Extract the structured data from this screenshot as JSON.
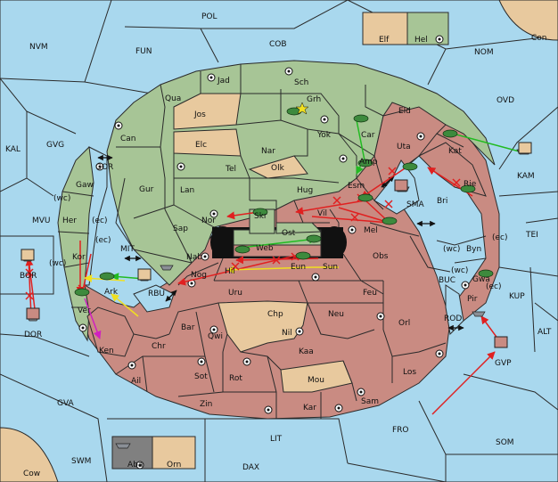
{
  "colors": {
    "sea": "#a9d8ee",
    "green_power": "#a7c596",
    "red_power": "#c98b82",
    "neutral": "#e8c99e",
    "gray": "#808080",
    "move_red": "#e02020",
    "move_green": "#22bb22",
    "move_yellow": "#f0e020",
    "move_magenta": "#d020c0"
  },
  "labels": {
    "pol": "POL",
    "nvm": "NVM",
    "fun": "FUN",
    "cob": "COB",
    "elf": "Elf",
    "hel": "Hel",
    "con": "Con",
    "nom": "NOM",
    "ovd": "OVD",
    "kal": "KAL",
    "gvg": "GVG",
    "mvu": "MVU",
    "bor": "BOR",
    "dor": "DOR",
    "gva": "GVA",
    "cow": "Cow",
    "swm": "SWM",
    "aba": "Aba",
    "orn": "Orn",
    "lit": "LIT",
    "dax": "DAX",
    "fro": "FRO",
    "som": "SOM",
    "alt": "ALT",
    "kup": "KUP",
    "tei": "TEI",
    "kam": "KAM",
    "gvp": "GVP",
    "gor": "GOR",
    "mit": "MIT",
    "rbu": "RBU",
    "buc": "BUC",
    "rod": "ROD",
    "sma": "SMA",
    "jad": "Jad",
    "sch": "Sch",
    "qua": "Qua",
    "jos": "Jos",
    "grh": "Grh",
    "can": "Can",
    "elc": "Elc",
    "nar": "Nar",
    "yok": "Yok",
    "car": "Car",
    "eld": "Eld",
    "uta": "Uta",
    "kat": "Kat",
    "tel": "Tel",
    "olk": "Olk",
    "gur": "Gur",
    "lan": "Lan",
    "hug": "Hug",
    "amp": "Amp",
    "esm": "Esm",
    "rie": "Rie",
    "bri": "Bri",
    "gaw": "Gaw",
    "her": "Her",
    "wc1": "(wc)",
    "ec1": "(ec)",
    "nor": "Nor",
    "sap": "Sap",
    "skr": "Skr",
    "vil": "Vil",
    "mel": "Mel",
    "ost": "Ost",
    "web": "Web",
    "ec2": "(ec)",
    "wc2": "(wc)",
    "kor": "Kor",
    "nab": "Nab",
    "eun": "Eun",
    "sun": "Sun",
    "obs": "Obs",
    "wc3": "(wc)",
    "byn": "Byn",
    "ec3": "(ec)",
    "nog": "Nog",
    "hil": "Hil",
    "ark": "Ark",
    "uru": "Uru",
    "feu": "Feu",
    "wc4": "(wc)",
    "gwa": "Gwa",
    "ec4": "(ec)",
    "pir": "Pir",
    "ver": "Ver",
    "chp": "Chp",
    "neu": "Neu",
    "orl": "Orl",
    "bar": "Bar",
    "qwi": "Qwi",
    "nil": "Nil",
    "ken": "Ken",
    "chr": "Chr",
    "kaa": "Kaa",
    "los": "Los",
    "sot": "Sot",
    "rot": "Rot",
    "mou": "Mou",
    "ail": "Ail",
    "zin": "Zin",
    "kar": "Kar",
    "sam": "Sam"
  }
}
